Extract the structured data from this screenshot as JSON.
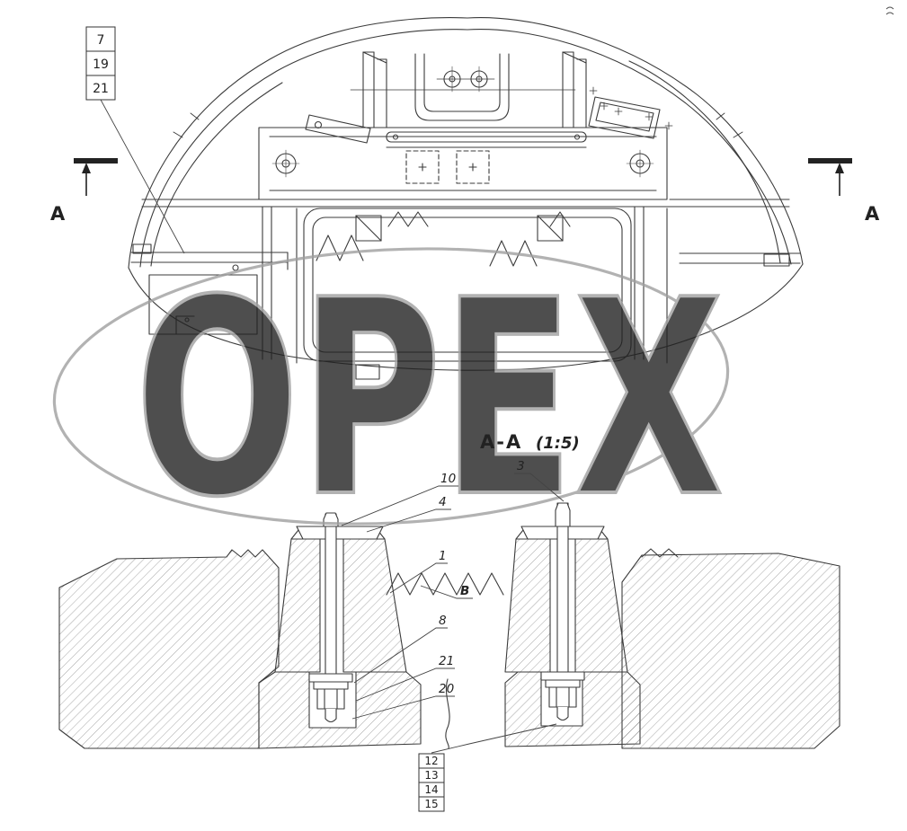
{
  "watermark": {
    "text": "OPEX"
  },
  "section": {
    "title": "A-A",
    "scale": "(1:5)"
  },
  "view_markers": {
    "left": "A",
    "right": "A"
  },
  "callouts": {
    "top_stack": [
      "7",
      "19",
      "21"
    ],
    "bottom_stack": [
      "12",
      "13",
      "14",
      "15"
    ]
  },
  "part_labels": [
    "10",
    "3",
    "4",
    "1",
    "B",
    "8",
    "21",
    "20"
  ]
}
